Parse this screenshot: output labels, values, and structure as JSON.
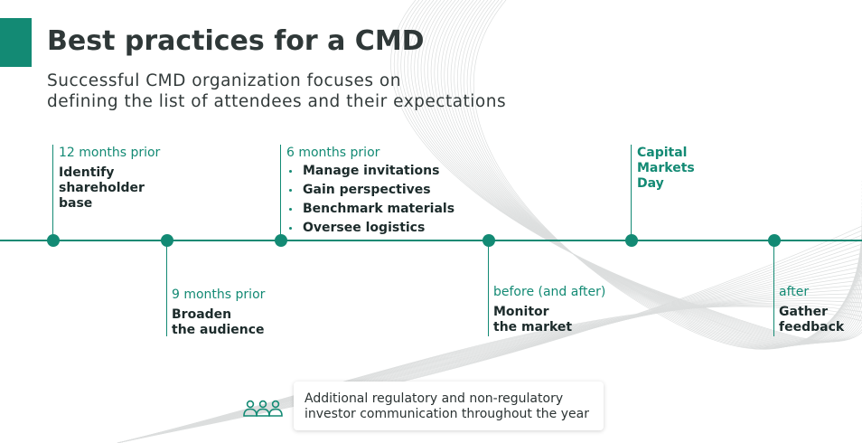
{
  "header": {
    "title": "Best practices for a CMD",
    "subtitle_lines": [
      "Successful CMD organization focuses on",
      "defining the list of attendees and their expectations"
    ]
  },
  "timeline": [
    {
      "time": "12 months prior",
      "lines": [
        "Identify",
        "shareholder",
        "base"
      ]
    },
    {
      "time": "9 months prior",
      "lines": [
        "Broaden",
        "the audience"
      ]
    },
    {
      "time": "6 months prior",
      "tasks": [
        "Manage invitations",
        "Gain perspectives",
        "Benchmark materials",
        "Oversee logistics"
      ]
    },
    {
      "time": "before (and after)",
      "lines": [
        "Monitor",
        "the market"
      ]
    },
    {
      "highlight_lines": [
        "Capital",
        "Markets",
        "Day"
      ]
    },
    {
      "time": "after",
      "lines": [
        "Gather",
        "feedback"
      ]
    }
  ],
  "note": {
    "icon": "group-people-icon",
    "lines": [
      "Additional regulatory and non-regulatory",
      "investor communication throughout the year"
    ]
  },
  "colors": {
    "accent": "#138a74",
    "text": "#1c2b2b"
  }
}
